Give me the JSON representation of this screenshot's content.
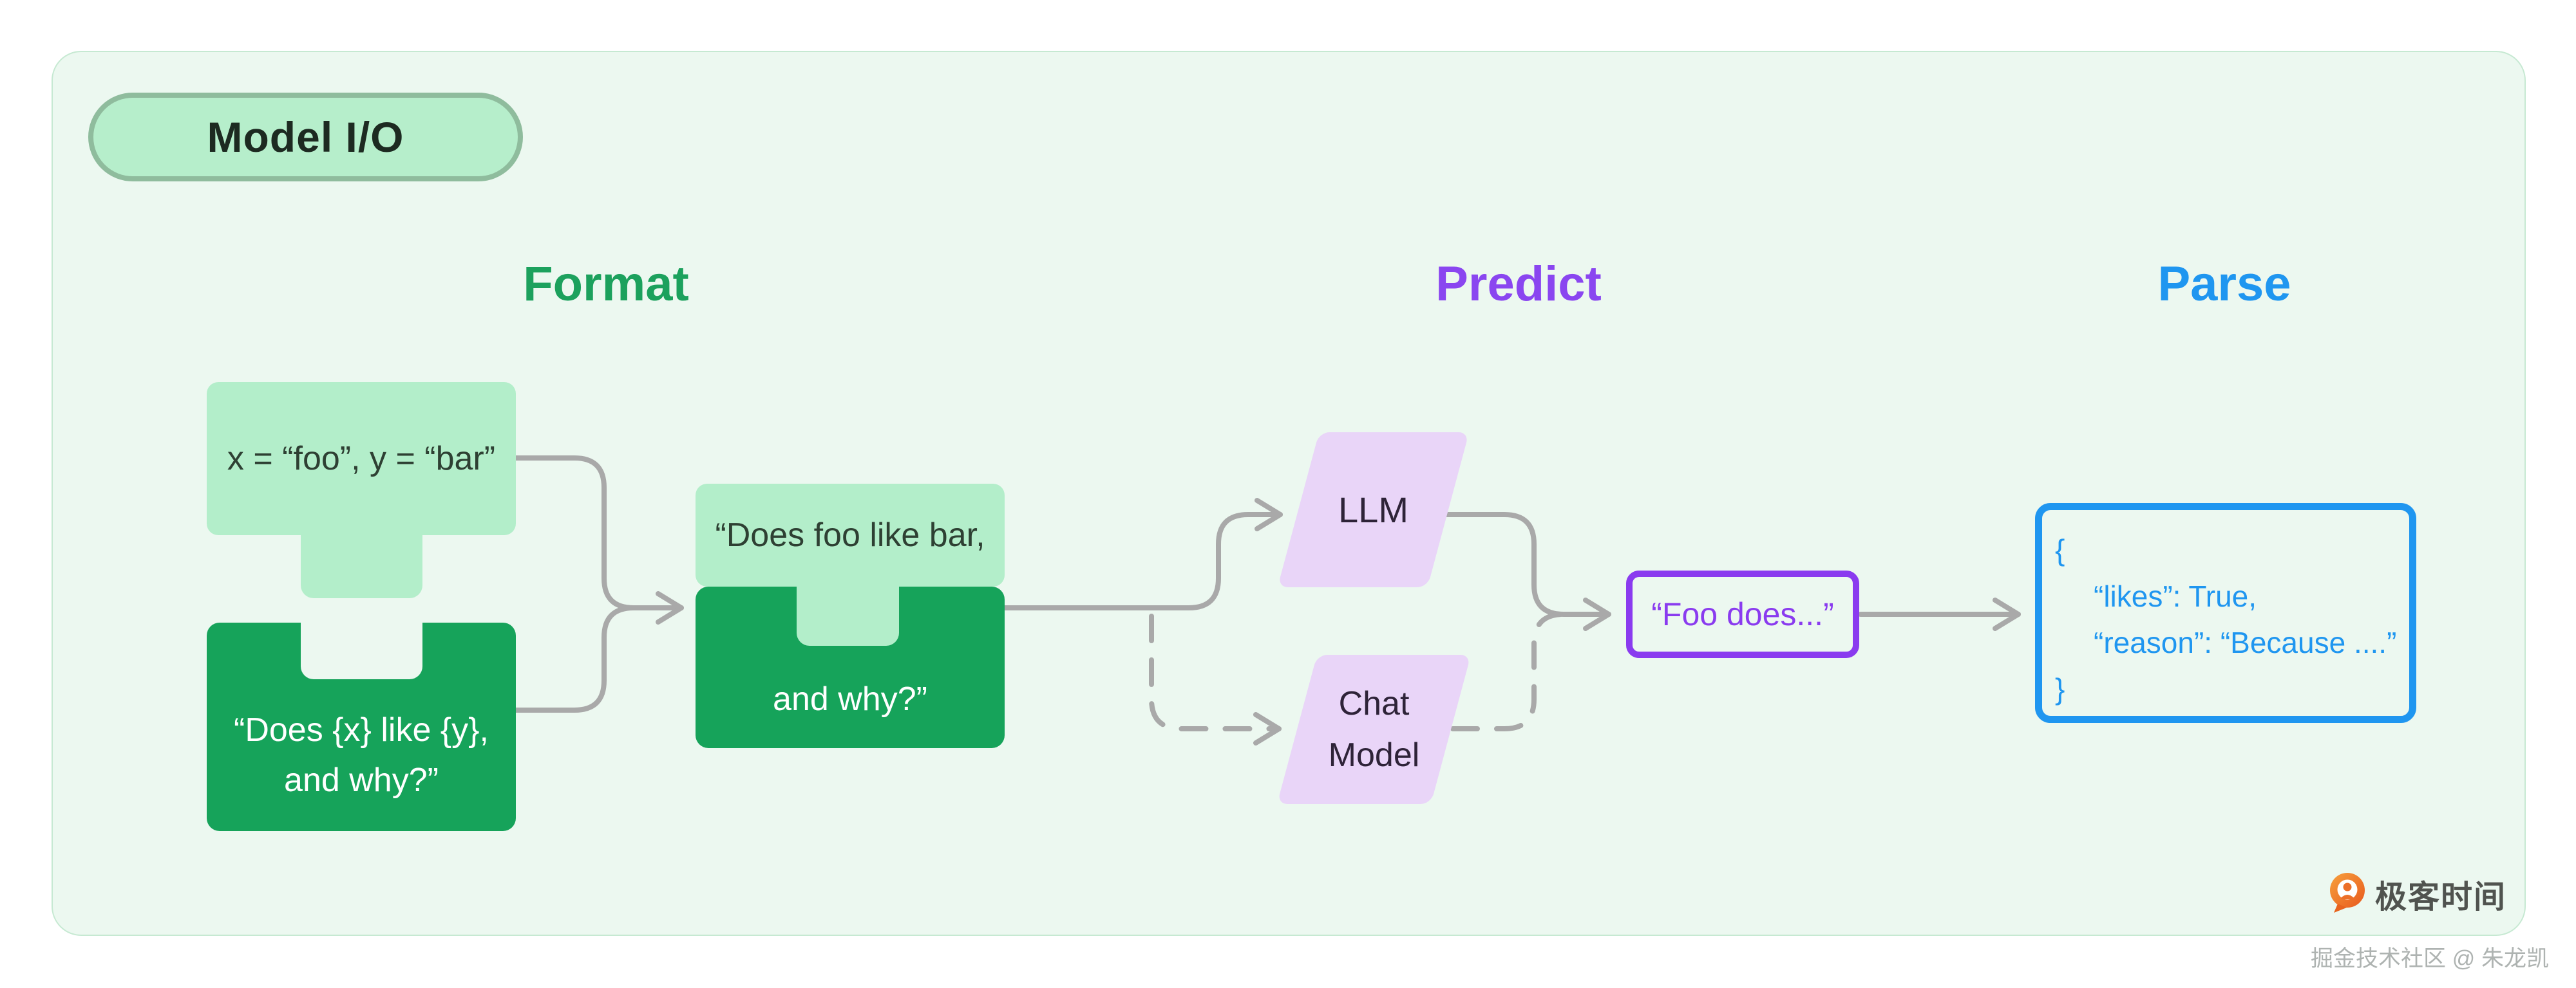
{
  "badge": {
    "label": "Model I/O"
  },
  "headers": {
    "format": "Format",
    "predict": "Predict",
    "parse": "Parse"
  },
  "nodes": {
    "variables": {
      "text": "x = “foo”, y = “bar”"
    },
    "prompt_template": {
      "line1": "“Does {x} like {y},",
      "line2": "and why?”"
    },
    "prompt": {
      "line1": "“Does foo like bar,",
      "line2": "and why?”"
    },
    "llm": {
      "label": "LLM"
    },
    "chat_model": {
      "line1": "Chat",
      "line2": "Model"
    },
    "completion": {
      "text": "“Foo does...”"
    },
    "parsed_output": {
      "lines": [
        "{",
        "“likes”: True,",
        "“reason”: “Because ....”",
        "}"
      ]
    }
  },
  "footer": {
    "brand": "极客时间",
    "watermark": "掘金技术社区 @ 朱龙凯"
  },
  "colors": {
    "panel_bg": "#ecf8f0",
    "light_green": "#b3eeca",
    "dark_green": "#16a35a",
    "format_green": "#1ca15d",
    "predict_purple": "#8a46f0",
    "parse_blue": "#1f96f0",
    "lavender": "#e9d5f8",
    "output_purple": "#8a3bef",
    "connector_gray": "#a9a9a9",
    "brand_orange": "#ed7d31"
  }
}
